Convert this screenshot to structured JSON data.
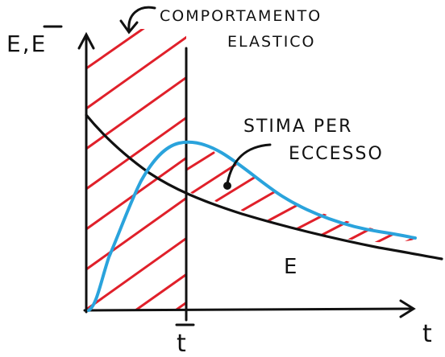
{
  "labels": {
    "y_axis": "E,E",
    "x_axis": "t",
    "t_bar": "t",
    "elastic_line1": "COMPORTAMENTO",
    "elastic_line2": "ELASTICO",
    "estimate_line1": "STIMA PER",
    "estimate_line2": "ECCESSO",
    "curve_label": "E"
  },
  "colors": {
    "ink": "#111111",
    "hatch": "#e0202a",
    "curve_blue": "#2aa3dc"
  },
  "icons": {
    "callout_arrow": "curved-arrow-icon",
    "overline": "bar-accent"
  }
}
